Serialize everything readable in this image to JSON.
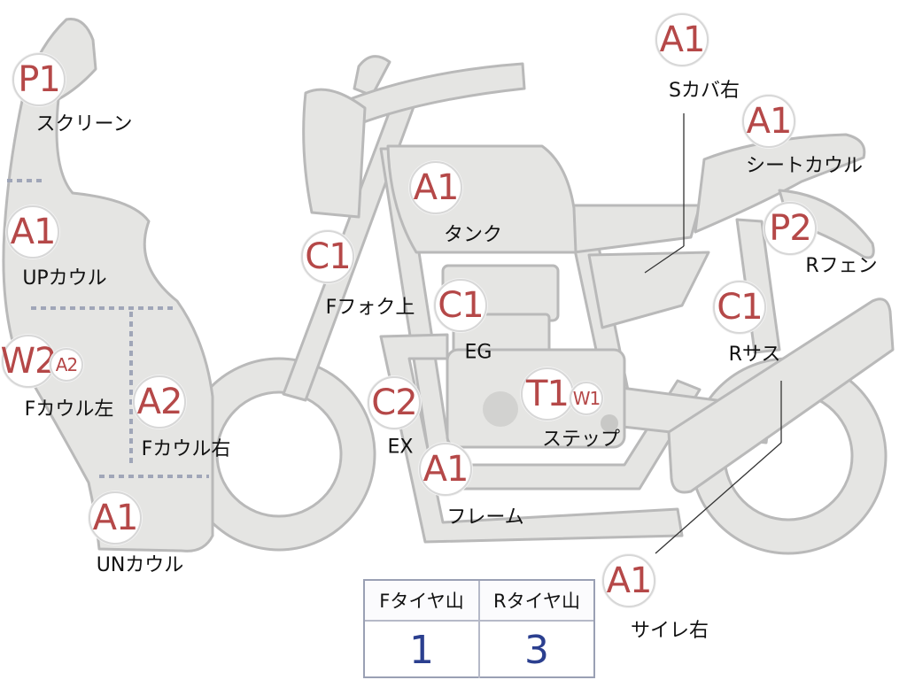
{
  "parts": {
    "screen": {
      "code": "P1",
      "name": "スクリーン"
    },
    "up_cowl": {
      "code": "A1",
      "name": "UPカウル"
    },
    "f_cowl_left": {
      "code": "W2",
      "sub_code": "A2",
      "name": "Fカウル左"
    },
    "f_cowl_right": {
      "code": "A2",
      "name": "Fカウル右"
    },
    "un_cowl": {
      "code": "A1",
      "name": "UNカウル"
    },
    "f_fork_upper": {
      "code": "C1",
      "name": "Fフォク上"
    },
    "ex": {
      "code": "C2",
      "name": "EX"
    },
    "tank": {
      "code": "A1",
      "name": "タンク"
    },
    "eg": {
      "code": "C1",
      "name": "EG"
    },
    "step": {
      "code": "T1",
      "sub_code": "W1",
      "name": "ステップ"
    },
    "frame": {
      "code": "A1",
      "name": "フレーム"
    },
    "s_cover_right": {
      "code": "A1",
      "name": "Sカバ右"
    },
    "seat_cowl": {
      "code": "A1",
      "name": "シートカウル"
    },
    "r_fender": {
      "code": "P2",
      "name": "Rフェン"
    },
    "r_sus": {
      "code": "C1",
      "name": "Rサス"
    },
    "silencer_right": {
      "code": "A1",
      "name": "サイレ右"
    }
  },
  "tire_table": {
    "headers": [
      "Fタイヤ山",
      "Rタイヤ山"
    ],
    "values": [
      "1",
      "3"
    ]
  },
  "colors": {
    "body_fill": "#e5e5e3",
    "body_stroke": "#b9b9b9",
    "code_text": "#b54848",
    "table_value": "#2b3f8f"
  }
}
